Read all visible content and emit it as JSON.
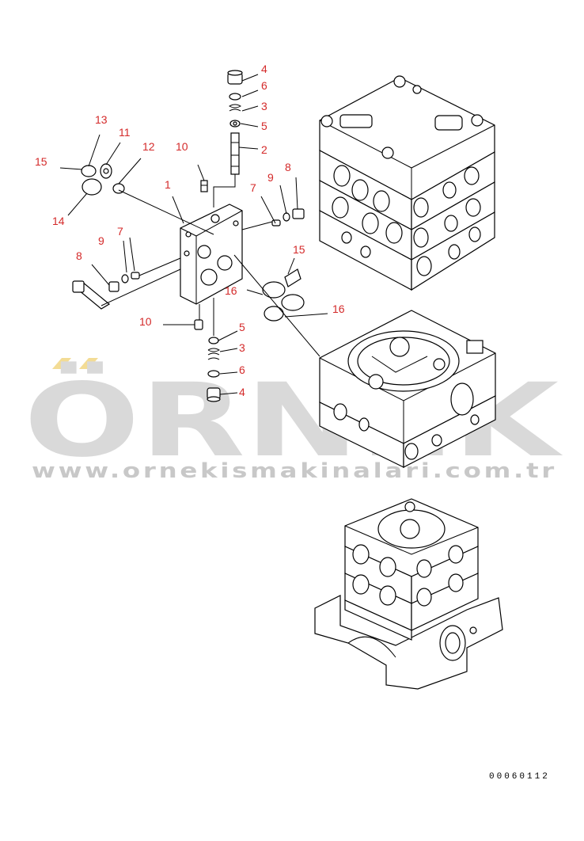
{
  "diagram": {
    "callouts": {
      "c1": "1",
      "c2": "2",
      "c3a": "3",
      "c3b": "3",
      "c4a": "4",
      "c4b": "4",
      "c5a": "5",
      "c5b": "5",
      "c6a": "6",
      "c6b": "6",
      "c7a": "7",
      "c7b": "7",
      "c8a": "8",
      "c8b": "8",
      "c9a": "9",
      "c9b": "9",
      "c10a": "10",
      "c10b": "10",
      "c11": "11",
      "c12": "12",
      "c13": "13",
      "c14": "14",
      "c15a": "15",
      "c15b": "15",
      "c16a": "16",
      "c16b": "16"
    },
    "drawing_code": "00060112",
    "callout_color": "#d42a2a"
  },
  "watermark": {
    "brand": "ÖRNEK",
    "url": "www.ornekismakinalari.com.tr",
    "color": "#d9d9d9",
    "accent_color": "#f0d890"
  }
}
